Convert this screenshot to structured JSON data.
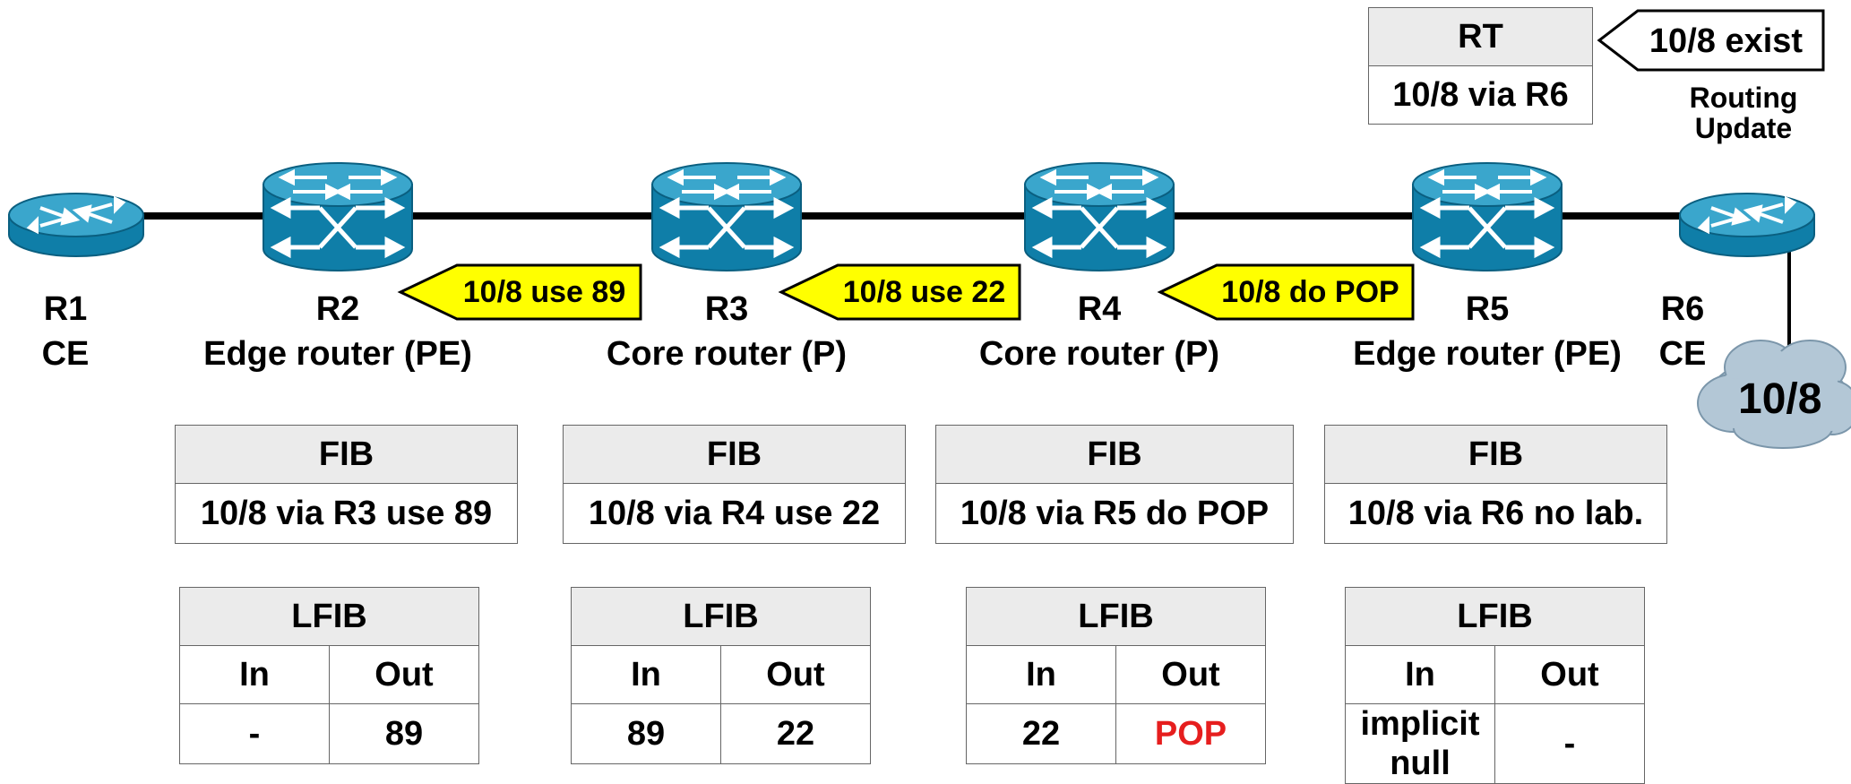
{
  "routers": [
    {
      "id": "R1",
      "name": "R1",
      "role": "CE",
      "kind": "ce"
    },
    {
      "id": "R2",
      "name": "R2",
      "role": "Edge router (PE)",
      "kind": "lsr"
    },
    {
      "id": "R3",
      "name": "R3",
      "role": "Core router (P)",
      "kind": "lsr"
    },
    {
      "id": "R4",
      "name": "R4",
      "role": "Core router (P)",
      "kind": "lsr"
    },
    {
      "id": "R5",
      "name": "R5",
      "role": "Edge router (PE)",
      "kind": "lsr"
    },
    {
      "id": "R6",
      "name": "R6",
      "role": "CE",
      "kind": "ce"
    }
  ],
  "label_messages": [
    "10/8 use 89",
    "10/8 use 22",
    "10/8 do POP"
  ],
  "rt": {
    "header": "RT",
    "entry": "10/8 via R6"
  },
  "routing_update": {
    "label": "10/8 exist",
    "caption_line1": "Routing",
    "caption_line2": "Update"
  },
  "cloud": {
    "label": "10/8"
  },
  "fib": [
    {
      "header": "FIB",
      "entry": "10/8 via R3 use 89"
    },
    {
      "header": "FIB",
      "entry": "10/8 via R4 use 22"
    },
    {
      "header": "FIB",
      "entry": "10/8 via R5 do POP"
    },
    {
      "header": "FIB",
      "entry": "10/8 via R6 no lab."
    }
  ],
  "lfib": [
    {
      "header": "LFIB",
      "col_in": "In",
      "col_out": "Out",
      "in": "-",
      "out": "89"
    },
    {
      "header": "LFIB",
      "col_in": "In",
      "col_out": "Out",
      "in": "89",
      "out": "22"
    },
    {
      "header": "LFIB",
      "col_in": "In",
      "col_out": "Out",
      "in": "22",
      "out": "POP"
    },
    {
      "header": "LFIB",
      "col_in": "In",
      "col_out": "Out",
      "in_line1": "implicit",
      "in_line2": "null",
      "out": "-"
    }
  ],
  "colors": {
    "router": "#0f7ea8",
    "router_top": "#2c9dc4",
    "label_bg": "#ffff00",
    "pop_text": "#e61e1e",
    "table_header": "#ebebeb",
    "cloud": "#b3c7d6"
  }
}
